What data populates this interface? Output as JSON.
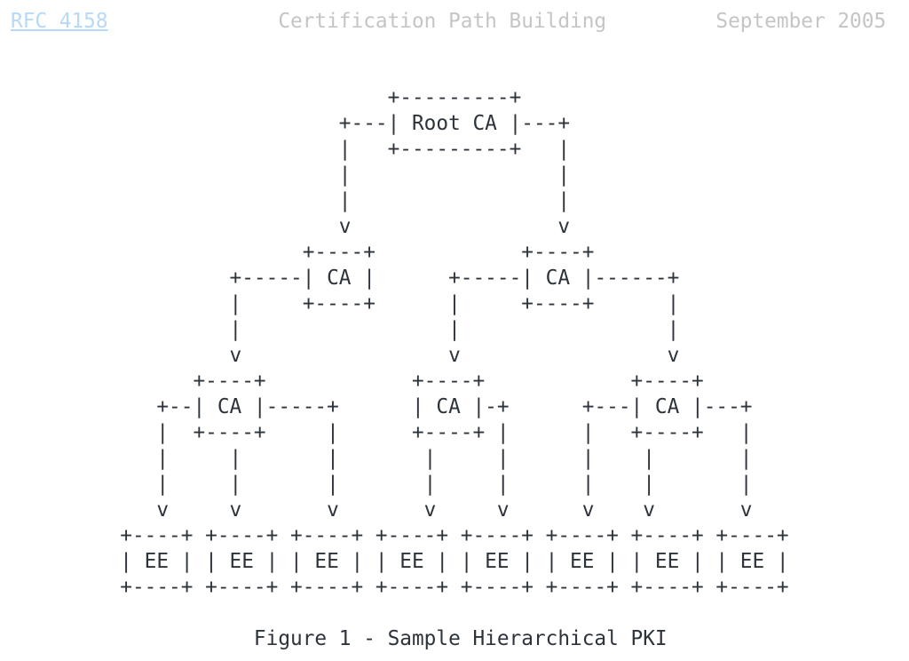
{
  "header": {
    "rfc_link": "RFC 4158",
    "title": "Certification Path Building",
    "date": "September 2005"
  },
  "figure": {
    "ascii_lines": [
      "                               +---------+",
      "                           +---| Root CA |---+",
      "                           |   +---------+   |",
      "                           |                 |",
      "                           |                 |",
      "                           v                 v",
      "                        +----+            +----+",
      "                  +-----| CA |      +-----| CA |------+",
      "                  |     +----+      |     +----+      |",
      "                  |                 |                 |",
      "                  v                 v                 v",
      "               +----+            +----+            +----+",
      "            +--| CA |-----+      | CA |-+      +---| CA |---+",
      "            |  +----+     |      +----+ |      |   +----+   |",
      "            |     |       |       |     |      |    |       |",
      "            |     |       |       |     |      |    |       |",
      "            v     v       v       v     v      v    v       v",
      "         +----+ +----+ +----+ +----+ +----+ +----+ +----+ +----+",
      "         | EE | | EE | | EE | | EE | | EE | | EE | | EE | | EE |",
      "         +----+ +----+ +----+ +----+ +----+ +----+ +----+ +----+"
    ],
    "caption": "Figure 1 - Sample Hierarchical PKI",
    "node_labels": {
      "root": "Root CA",
      "intermediate": "CA",
      "end_entity": "EE"
    }
  },
  "colors": {
    "body_text": "#2d333b",
    "header_muted": "#c5c5c5",
    "link": "#b7d9f8",
    "background": "#ffffff"
  }
}
